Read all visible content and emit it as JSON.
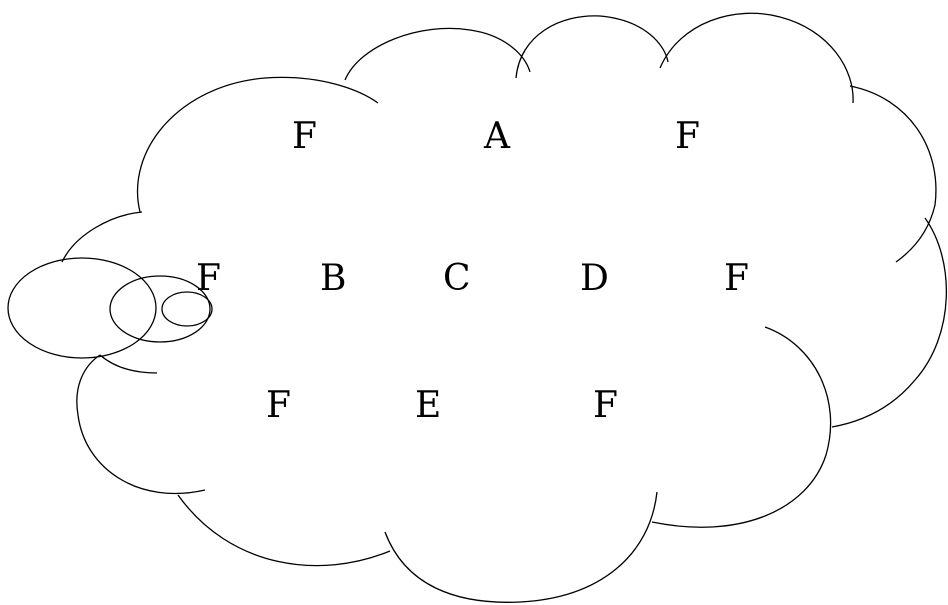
{
  "labels": {
    "top_left": "F",
    "top_center": "A",
    "top_right": "F",
    "mid_far_left": "F",
    "mid_b": "B",
    "mid_c": "C",
    "mid_d": "D",
    "mid_far_right": "F",
    "bottom_left": "F",
    "bottom_e": "E",
    "bottom_right": "F"
  },
  "colors": {
    "stroke": "#000000",
    "text": "#000000",
    "background": "#ffffff"
  }
}
